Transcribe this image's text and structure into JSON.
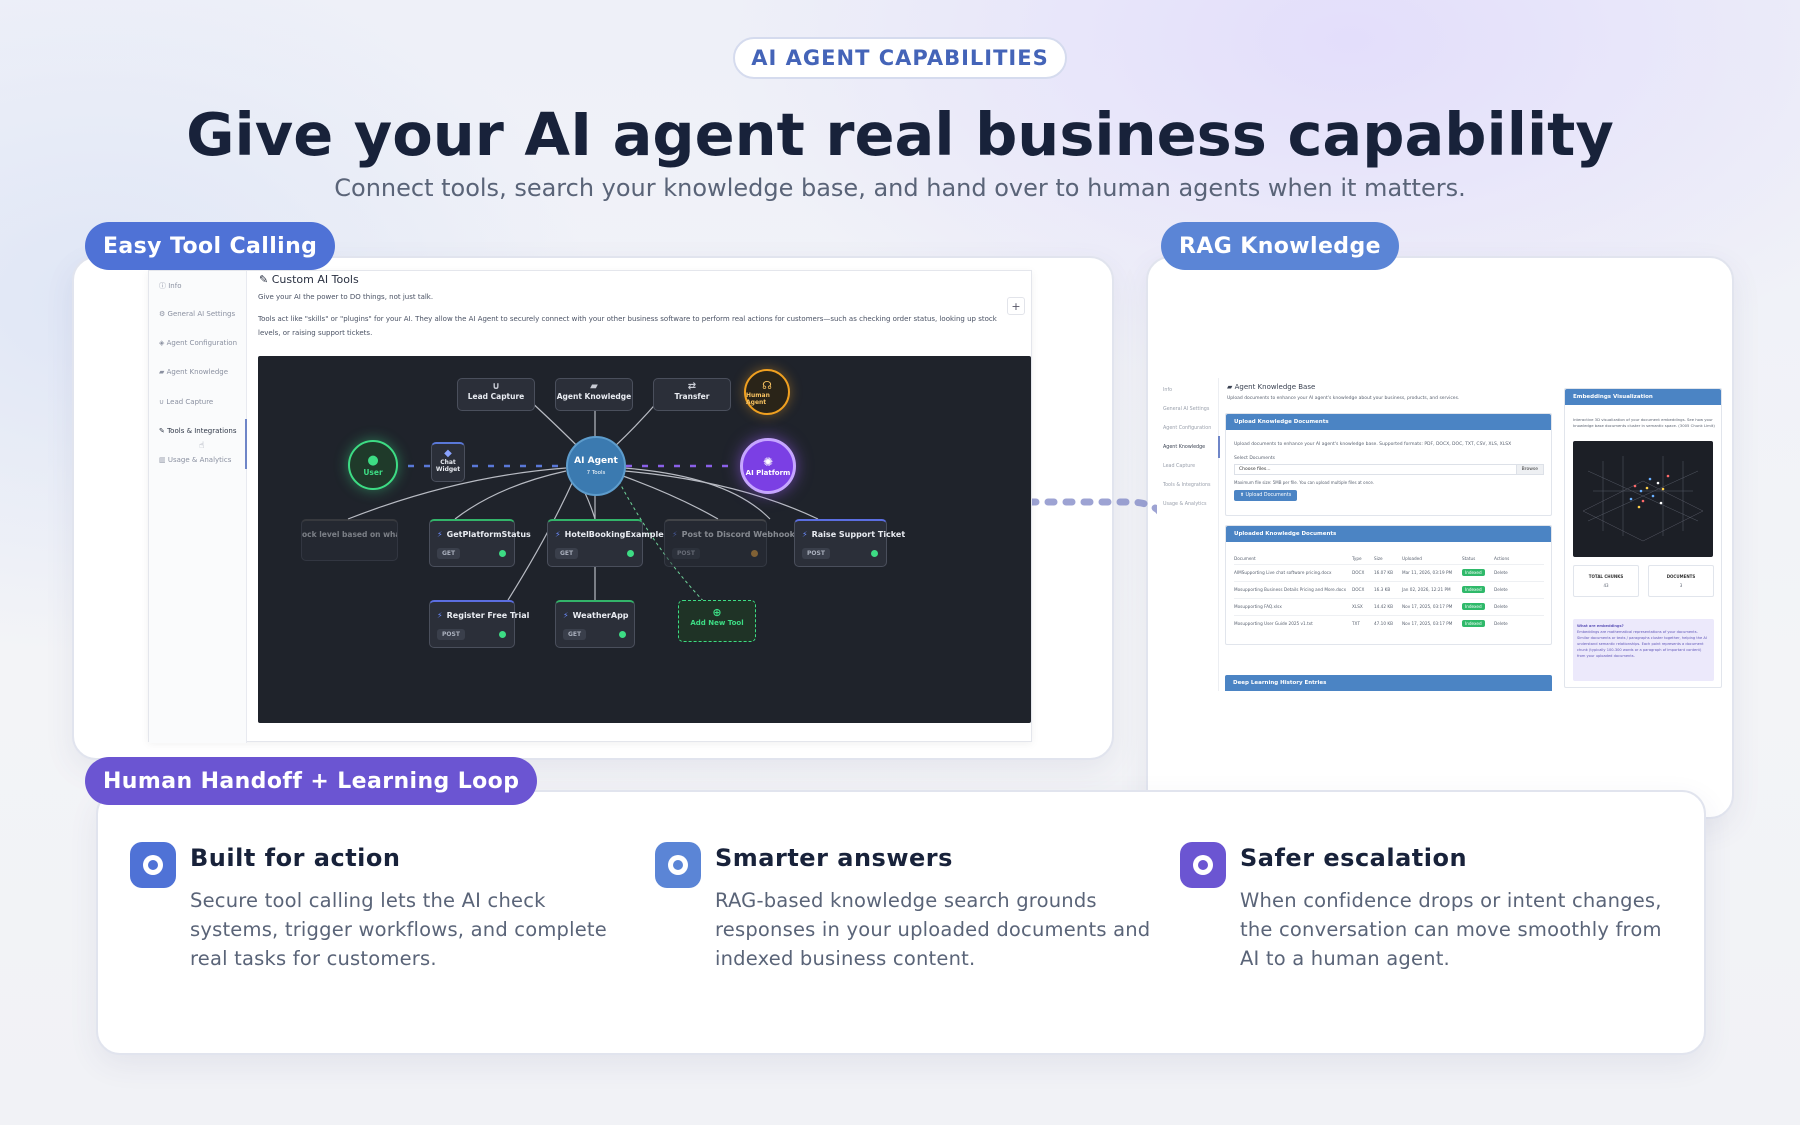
{
  "eyebrow": "AI AGENT CAPABILITIES",
  "headline": "Give your AI agent real business capability",
  "subhead": "Connect tools, search your knowledge base, and hand over to human agents when it matters.",
  "badges": {
    "tool_calling": "Easy Tool Calling",
    "rag": "RAG Knowledge",
    "handoff": "Human Handoff + Learning Loop"
  },
  "colors": {
    "badge_blue": "#4f72d6",
    "badge_rag": "#5b85d6",
    "badge_purple": "#6b55d2",
    "title_dark": "#18223a",
    "flow_bg": "#1f232b",
    "accent_green": "#3ddc84",
    "platform_purple": "#7b3fe4",
    "human_orange": "#f0a020"
  },
  "tools_screen": {
    "sidebar": [
      {
        "icon": "info-icon",
        "label": "Info"
      },
      {
        "icon": "gears-icon",
        "label": "General AI Settings"
      },
      {
        "icon": "robot-icon",
        "label": "Agent Configuration"
      },
      {
        "icon": "cap-icon",
        "label": "Agent Knowledge"
      },
      {
        "icon": "magnet-icon",
        "label": "Lead Capture"
      },
      {
        "icon": "wrench-icon",
        "label": "Tools & Integrations"
      },
      {
        "icon": "chart-icon",
        "label": "Usage & Analytics"
      }
    ],
    "title": "Custom AI Tools",
    "line1": "Give your AI the power to DO things, not just talk.",
    "line2": "Tools act like \"skills\" or \"plugins\" for your AI. They allow the AI Agent to securely connect with your other business software to perform real actions for customers—such as checking order status, looking up stock levels, or raising support tickets.",
    "plus": "+",
    "flow": {
      "center": {
        "title": "AI Agent",
        "sub": "7 Tools"
      },
      "top_nodes": [
        "Lead Capture",
        "Agent Knowledge",
        "Transfer"
      ],
      "human": "Human Agent",
      "user": "User",
      "widget": "Chat Widget",
      "platform": "AI Platform",
      "faded_left": "ock level based on what the use",
      "tools_row1": [
        {
          "name": "GetPlatformStatus",
          "method": "GET"
        },
        {
          "name": "HotelBookingExample",
          "method": "GET"
        },
        {
          "name": "Post to Discord Webhook",
          "method": "POST"
        },
        {
          "name": "Raise Support Ticket",
          "method": "POST"
        }
      ],
      "tools_row2": [
        {
          "name": "Register Free Trial",
          "method": "POST"
        },
        {
          "name": "WeatherApp",
          "method": "GET"
        }
      ],
      "add": "Add New Tool"
    }
  },
  "rag_screen": {
    "sidebar": [
      "Info",
      "General AI Settings",
      "Agent Configuration",
      "Agent Knowledge",
      "Lead Capture",
      "Tools & Integrations",
      "Usage & Analytics"
    ],
    "title": "Agent Knowledge Base",
    "desc": "Upload documents to enhance your AI agent's knowledge about your business, products, and services.",
    "upload_header": "Upload Knowledge Documents",
    "upload_desc": "Upload documents to enhance your AI agent's knowledge base. Supported formats: PDF, DOCX, DOC, TXT, CSV, XLS, XLSX",
    "select_label": "Select Documents",
    "choose": "Choose files...",
    "browse": "Browse",
    "max_note": "Maximum file size: 5MB per file. You can upload multiple files at once.",
    "upload_btn": "Upload Documents",
    "docs_header": "Uploaded Knowledge Documents",
    "columns": [
      "Document",
      "Type",
      "Size",
      "Uploaded",
      "Status",
      "Actions"
    ],
    "rows": [
      [
        "AIMSupporting Live chat software pricing.docx",
        "DOCX",
        "16.07 KB",
        "Mar 11, 2026, 03:19 PM",
        "Indexed",
        "Delete"
      ],
      [
        "Mosupporting Business Details Pricing and More.docx",
        "DOCX",
        "16.3 KB",
        "Jan 02, 2026, 12:21 PM",
        "Indexed",
        "Delete"
      ],
      [
        "Mosupporting FAQ.xlsx",
        "XLSX",
        "14.42 KB",
        "Nov 17, 2025, 03:17 PM",
        "Indexed",
        "Delete"
      ],
      [
        "Mosupporting User Guide 2025 v1.txt",
        "TXT",
        "47.10 KB",
        "Nov 17, 2025, 03:17 PM",
        "Indexed",
        "Delete"
      ]
    ],
    "history_header": "Deep Learning History Entries",
    "emb_header": "Embeddings Visualization",
    "emb_desc": "Interactive 3D visualization of your document embeddings. See how your knowledge base documents cluster in semantic space. (3005 Chunk Limit)",
    "stat1_label": "TOTAL CHUNKS",
    "stat1_val": "43",
    "stat2_label": "DOCUMENTS",
    "stat2_val": "3",
    "info_title": "What are embeddings?",
    "info_body": "Embeddings are mathematical representations of your documents. Similar documents or texts / paragraphs cluster together, helping the AI understand semantic relationships. Each point represents a document chunk (typically 100-300 words or a paragraph of important content) from your uploaded documents."
  },
  "features": [
    {
      "title": "Built for action",
      "body": "Secure tool calling lets the AI check systems, trigger workflows, and complete real tasks for customers.",
      "color": "#4f72d6"
    },
    {
      "title": "Smarter answers",
      "body": "RAG-based knowledge search grounds responses in your uploaded documents and indexed business content.",
      "color": "#5b85d6"
    },
    {
      "title": "Safer escalation",
      "body": "When confidence drops or intent changes, the conversation can move smoothly from AI to a human agent.",
      "color": "#6b55d2"
    }
  ]
}
